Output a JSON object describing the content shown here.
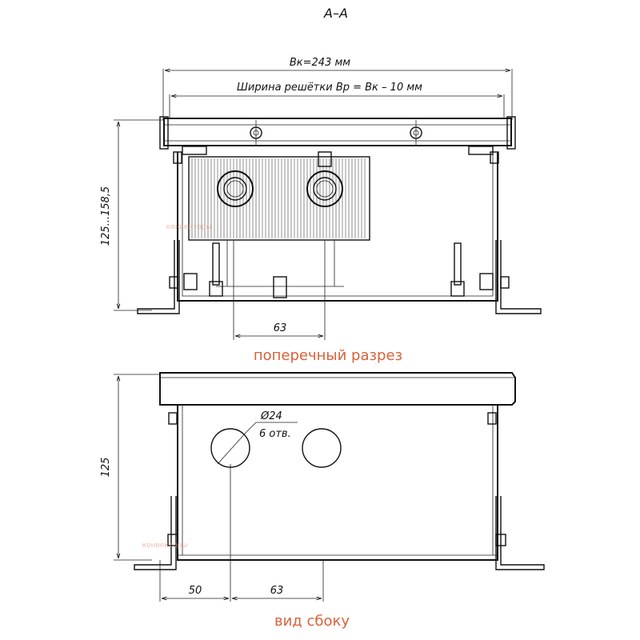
{
  "title": "A–A",
  "section": {
    "caption": "поперечный разрез",
    "width_label": "Вк=243 мм",
    "grille_label": "Ширина решётки Вр = Вк – 10 мм",
    "height_label": "125...158,5",
    "spacing_label": "63"
  },
  "side": {
    "caption": "вид сбоку",
    "hole_diameter": "Ø24",
    "hole_count": "6 отв.",
    "height_label": "125",
    "offset_label": "50",
    "spacing_label": "63"
  },
  "watermark": "конвекторы"
}
